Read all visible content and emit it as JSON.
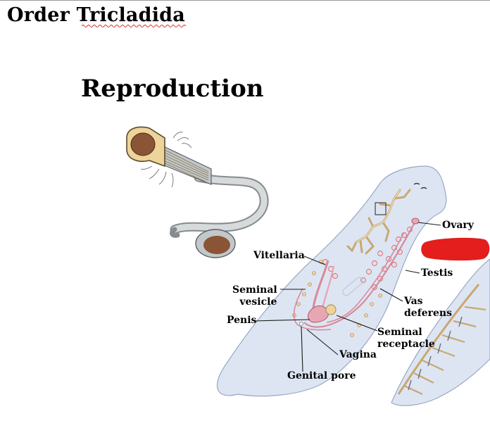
{
  "title": "Order Tricladida",
  "subtitle": "Reproduction",
  "labels": {
    "ovary": "Ovary",
    "vitellaria": "Vitellaria",
    "testis": "Testis",
    "seminal_vesicle": [
      "Seminal",
      "vesicle"
    ],
    "vas_deferens": [
      "Vas",
      "deferens"
    ],
    "penis": "Penis",
    "seminal_receptacle": [
      "Seminal",
      "receptacle"
    ],
    "vagina": "Vagina",
    "genital_pore": "Genital pore"
  },
  "colors": {
    "body": "#dde5f3",
    "body_outline": "#9aa8c4",
    "gonad": "#d88a98",
    "yolk_gland": "#d9b57a",
    "redaction": "#e41d1d",
    "cell_body": "#eed39a",
    "nucleus": "#8a5536",
    "stalk": "#c9cfd2"
  }
}
